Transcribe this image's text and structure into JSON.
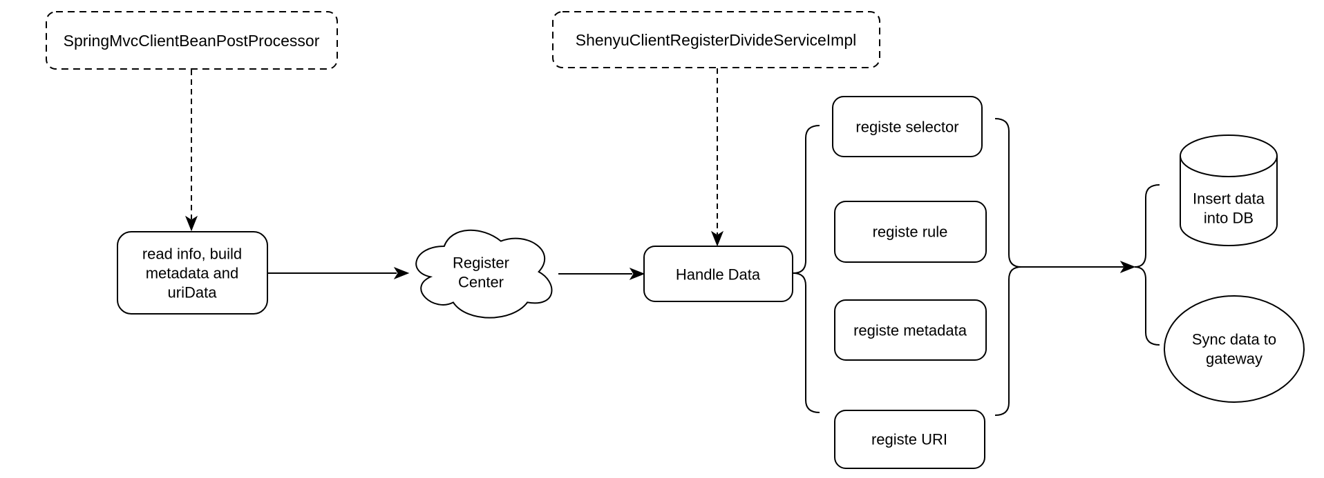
{
  "diagram": {
    "colors": {
      "background": "#ffffff",
      "stroke": "#000000",
      "text": "#000000"
    },
    "nodes": {
      "spring_processor": {
        "label": "SpringMvcClientBeanPostProcessor"
      },
      "read_info": {
        "lines": [
          "read info, build",
          "metadata and",
          "uriData"
        ]
      },
      "register_center": {
        "lines": [
          "Register",
          "Center"
        ]
      },
      "handle_data": {
        "label": "Handle Data"
      },
      "shenyu_service": {
        "label": "ShenyuClientRegisterDivideServiceImpl"
      },
      "registe_selector": {
        "label": "registe selector"
      },
      "registe_rule": {
        "label": "registe rule"
      },
      "registe_metadata": {
        "label": "registe metadata"
      },
      "registe_uri": {
        "label": "registe URI"
      },
      "insert_db": {
        "lines": [
          "Insert data",
          "into DB"
        ]
      },
      "sync_gateway": {
        "lines": [
          "Sync data to",
          "gateway"
        ]
      }
    }
  }
}
